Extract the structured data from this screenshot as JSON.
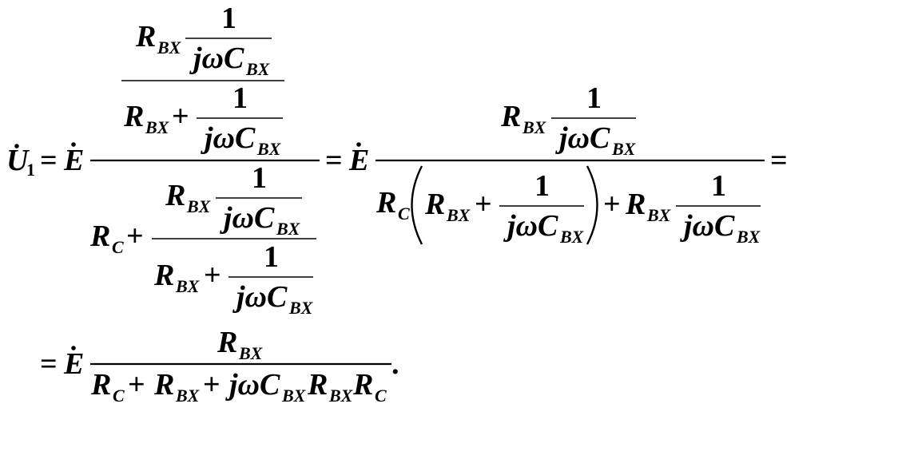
{
  "formula": {
    "lhs_symbol": "U",
    "lhs_subscript": "1",
    "source": "E",
    "resistor": "R",
    "input_sub": "BX",
    "source_sub": "C",
    "capacitor": "C",
    "one": "1",
    "j_omega": "jω",
    "equals": "=",
    "plus": "+",
    "period": "."
  }
}
